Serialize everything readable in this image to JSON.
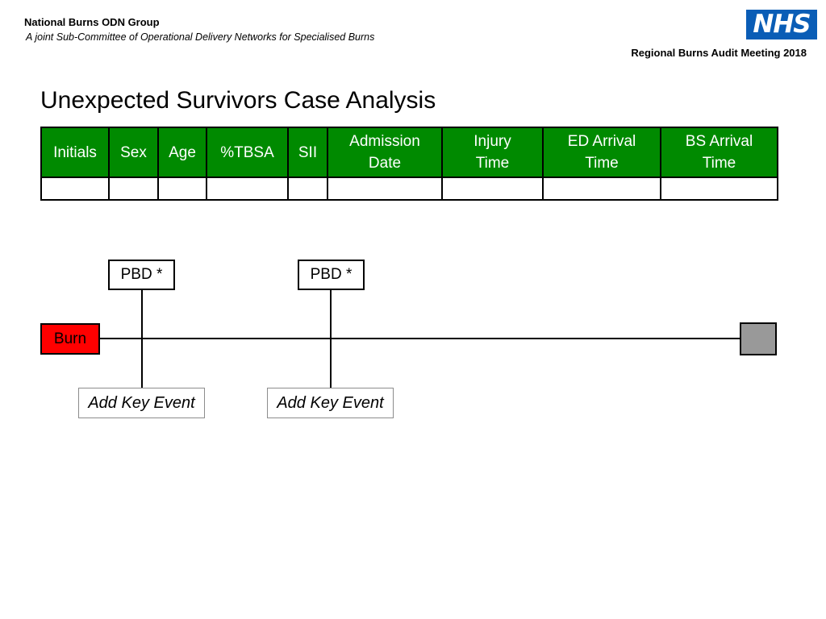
{
  "header": {
    "org_name": "National Burns ODN Group",
    "org_subtitle": "A joint Sub-Committee of Operational Delivery Networks for Specialised Burns",
    "logo_text": "NHS",
    "meeting": "Regional Burns Audit Meeting 2018",
    "colors": {
      "logo_blue": "#0a5db6"
    }
  },
  "title": "Unexpected Survivors Case Analysis",
  "table": {
    "header_color": "#008a00",
    "columns": [
      [
        "Initials"
      ],
      [
        "Sex"
      ],
      [
        "Age"
      ],
      [
        "%TBSA"
      ],
      [
        "SII"
      ],
      [
        "Admission",
        "Date"
      ],
      [
        "Injury",
        "Time"
      ],
      [
        "ED Arrival",
        "Time"
      ],
      [
        "BS Arrival",
        "Time"
      ]
    ],
    "rows": [
      [
        "",
        "",
        "",
        "",
        "",
        "",
        "",
        "",
        ""
      ]
    ]
  },
  "timeline": {
    "start_label": "Burn",
    "start_color": "#ff0000",
    "end_color": "#999999",
    "markers": [
      {
        "label": "PBD *",
        "event": "Add Key Event"
      },
      {
        "label": "PBD *",
        "event": "Add Key Event"
      }
    ]
  }
}
